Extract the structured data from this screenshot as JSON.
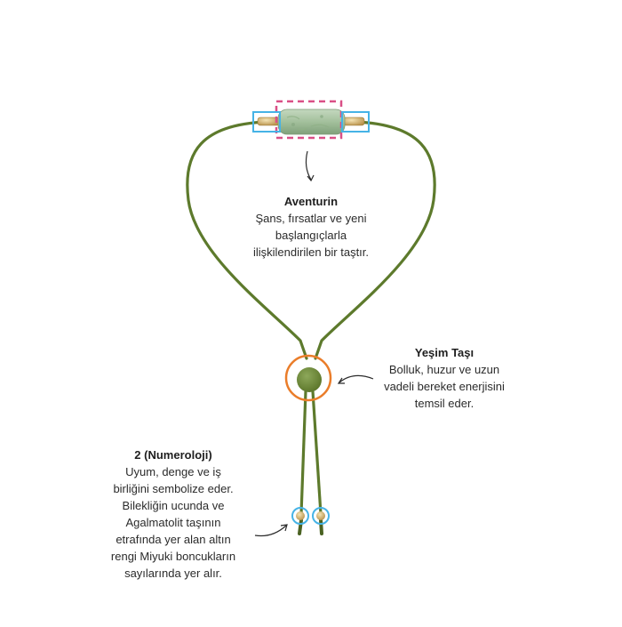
{
  "annotations": {
    "aventurin": {
      "title": "Aventurin",
      "body": "Şans, fırsatlar ve yeni\nbaşlangıçlarla\nilişkilendirilen bir taştır."
    },
    "yesim": {
      "title": "Yeşim Taşı",
      "body": "Bolluk, huzur ve uzun\nvadeli bereket enerjisini\ntemsil eder."
    },
    "numeroloji": {
      "title": "2 (Numeroloji)",
      "body": "Uyum, denge ve iş\nbirliğini sembolize eder.\nBilekliğin ucunda ve\nAgalmatolit taşının\netrafında yer alan altın\nrengi Miyuki boncukların\nsayılarında yer alır."
    }
  },
  "colors": {
    "cord": "#5d7a2c",
    "cord_dark": "#4a6222",
    "aventurine": "#a7c3a0",
    "jade_bead": "#6f8c3a",
    "highlight_pink": "#d94f86",
    "highlight_blue": "#46b3e6",
    "highlight_orange": "#ea7d2a",
    "gold": "#d9b56a"
  }
}
